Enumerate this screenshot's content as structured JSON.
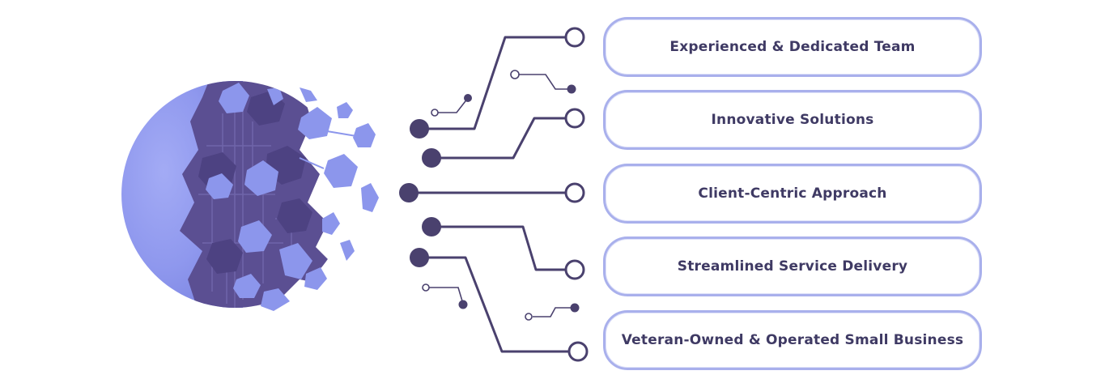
{
  "features": [
    {
      "label": "Experienced & Dedicated Team"
    },
    {
      "label": "Innovative Solutions"
    },
    {
      "label": "Client-Centric Approach"
    },
    {
      "label": "Streamlined Service Delivery"
    },
    {
      "label": "Veteran-Owned & Operated Small Business"
    }
  ],
  "colors": {
    "line": "#4a416e",
    "pill_border": "#a9b0ec",
    "text": "#3f3a64",
    "sphere_light": "#8f98ee",
    "sphere_dark": "#5b4f92",
    "shard": "#8c96ec"
  },
  "graphic": {
    "sphere": "fragmented-tech-sphere-illustration",
    "connectors": "circuit-line-connectors"
  }
}
